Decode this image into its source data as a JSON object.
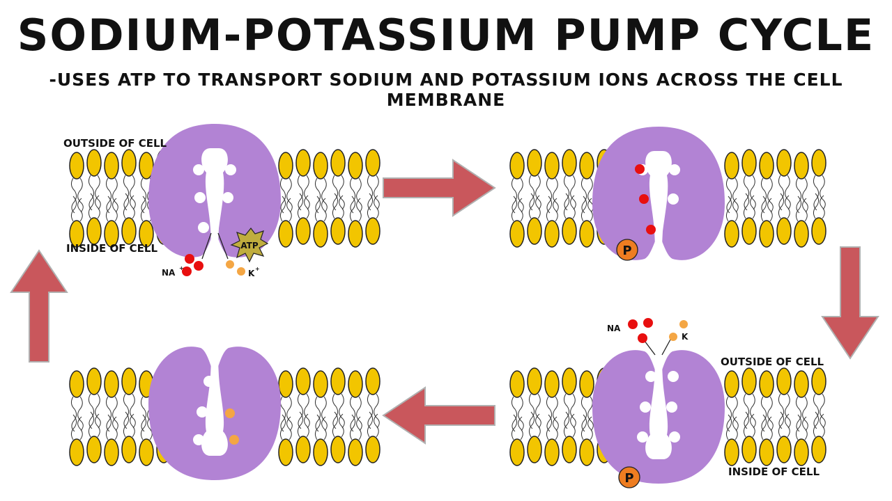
{
  "title": "SODIUM-POTASSIUM PUMP CYCLE",
  "subtitle": "-USES ATP TO TRANSPORT SODIUM AND POTASSIUM IONS ACROSS THE CELL MEMBRANE",
  "labels": {
    "outside_cell": "OUTSIDE OF CELL",
    "inside_cell": "INSIDE OF CELL",
    "sodium": "NA",
    "potassium": "K",
    "atp": "ATP",
    "phosphate": "P"
  },
  "colors": {
    "pump_protein": "#b283d4",
    "lipid_head": "#f2c500",
    "sodium_ion": "#e80f0f",
    "potassium_ion": "#f4a644",
    "phosphate": "#ee7d21",
    "atp_burst": "#c0ad3e",
    "arrow": "#c9575c"
  },
  "stages": [
    {
      "step": 1,
      "panel": "top-left",
      "pump": "open-inside",
      "phosphate": false,
      "labels": [
        "outside_cell",
        "inside_cell",
        "sodium",
        "potassium",
        "atp"
      ]
    },
    {
      "step": 2,
      "panel": "top-right",
      "pump": "open-inside",
      "phosphate": true,
      "bound_ions": "3 sodium"
    },
    {
      "step": 3,
      "panel": "bottom-right",
      "pump": "open-outside",
      "phosphate": true,
      "labels": [
        "outside_cell",
        "inside_cell",
        "sodium",
        "potassium"
      ]
    },
    {
      "step": 4,
      "panel": "bottom-left",
      "pump": "open-outside",
      "phosphate": false,
      "bound_ions": "2 potassium"
    }
  ]
}
